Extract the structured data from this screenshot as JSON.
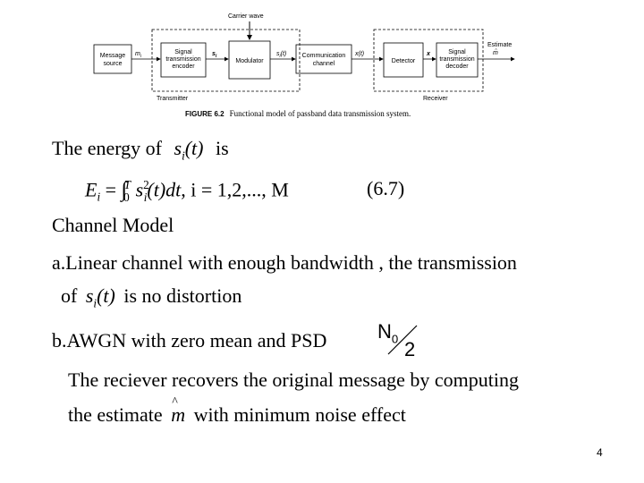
{
  "diagram": {
    "carrier_wave": "Carrier wave",
    "message_source": [
      "Message",
      "source"
    ],
    "m_i": "m",
    "m_i_sub": "i",
    "encoder": [
      "Signal",
      "transmission",
      "encoder"
    ],
    "s_i": "s",
    "s_i_sub": "i",
    "modulator": "Modulator",
    "s_i_t": "s",
    "s_i_t_sub": "i",
    "s_i_t_arg": "(t)",
    "channel": [
      "Communication",
      "channel"
    ],
    "x_t": "x(t)",
    "detector": "Detector",
    "x_vec": "x",
    "decoder": [
      "Signal",
      "transmission",
      "decoder"
    ],
    "estimate": "Estimate",
    "m_hat": "m̂",
    "transmitter": "Transmitter",
    "receiver": "Receiver",
    "caption_label": "FIGURE 6.2",
    "caption_text": "Functional model of passband data transmission system."
  },
  "content": {
    "energy_prefix": "The energy of",
    "energy_symbol": "s",
    "energy_symbol_sub": "i",
    "energy_symbol_arg": "(t)",
    "energy_suffix": "is",
    "eq_lhs": "E",
    "eq_lhs_sub": "i",
    "eq_equals": "=",
    "eq_int_upper": "T",
    "eq_int_lower": "0",
    "eq_integrand": "s",
    "eq_integrand_sup": "2",
    "eq_integrand_sub": "i",
    "eq_integrand_rest": "(t)dt",
    "eq_index": ", i = 1,2,..., M",
    "eq_number": "(6.7)",
    "channel_model": "Channel Model",
    "item_a": "a.Linear channel with enough bandwidth , the transmission",
    "item_a2_prefix": "of",
    "item_a2_symbol": "s",
    "item_a2_symbol_sub": "i",
    "item_a2_symbol_arg": "(t)",
    "item_a2_suffix": "is no distortion",
    "item_b": "b.AWGN with zero mean and PSD",
    "psd_num": "N",
    "psd_num_sub": "0",
    "psd_den": "2",
    "receiver_line1": "The reciever recovers the original message by computing",
    "receiver_line2_prefix": "the estimate",
    "receiver_line2_symbol": "m",
    "receiver_line2_suffix": "with minimum noise effect"
  },
  "page_number": "4"
}
